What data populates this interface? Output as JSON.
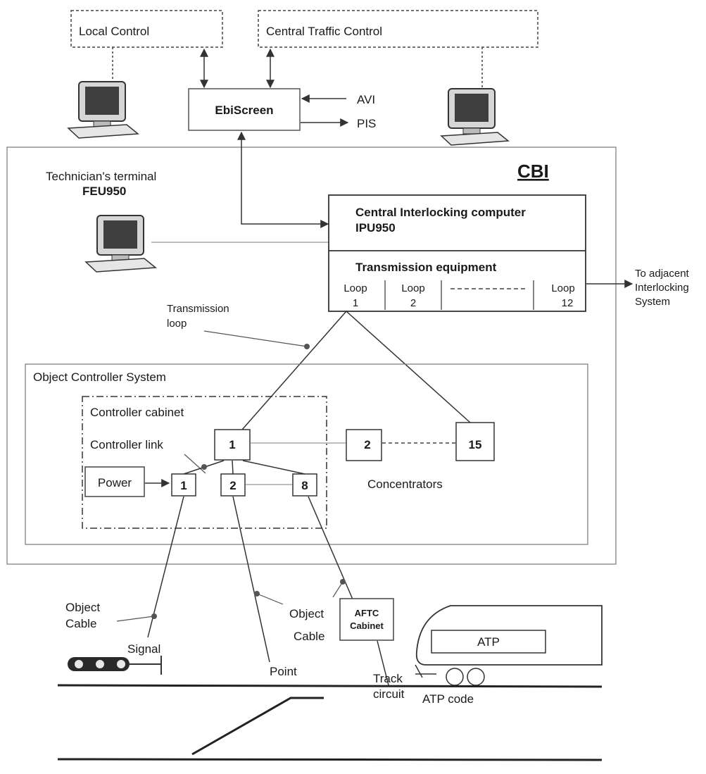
{
  "top": {
    "local_control": "Local Control",
    "central_traffic_control": "Central Traffic Control",
    "ebiscreen": "EbiScreen",
    "avi": "AVI",
    "pis": "PIS"
  },
  "cbi": {
    "title": "CBI",
    "technician_line1": "Technician's terminal",
    "technician_line2": "FEU950",
    "central_line1": "Central Interlocking computer",
    "central_line2": "IPU950",
    "transmission_equipment": "Transmission equipment",
    "loops": [
      {
        "line1": "Loop",
        "line2": "1"
      },
      {
        "line1": "Loop",
        "line2": "2"
      },
      {
        "line1": "Loop",
        "line2": "12"
      }
    ],
    "adjacent_line1": "To adjacent",
    "adjacent_line2": "Interlocking",
    "adjacent_line3": "System",
    "transmission_loop_line1": "Transmission",
    "transmission_loop_line2": "loop"
  },
  "ocs": {
    "title": "Object Controller System",
    "controller_cabinet": "Controller cabinet",
    "controller_link": "Controller link",
    "power": "Power",
    "concentrator_1": "1",
    "concentrator_2": "2",
    "concentrator_15": "15",
    "concentrators": "Concentrators",
    "controller_1": "1",
    "controller_2": "2",
    "controller_8": "8"
  },
  "field": {
    "object_cable_left_line1": "Object",
    "object_cable_left_line2": "Cable",
    "signal": "Signal",
    "point": "Point",
    "object_cable_mid_line1": "Object",
    "object_cable_mid_line2": "Cable",
    "aftc_line1": "AFTC",
    "aftc_line2": "Cabinet",
    "track_line1": "Track",
    "track_line2": "circuit",
    "atp": "ATP",
    "atp_code": "ATP code"
  }
}
